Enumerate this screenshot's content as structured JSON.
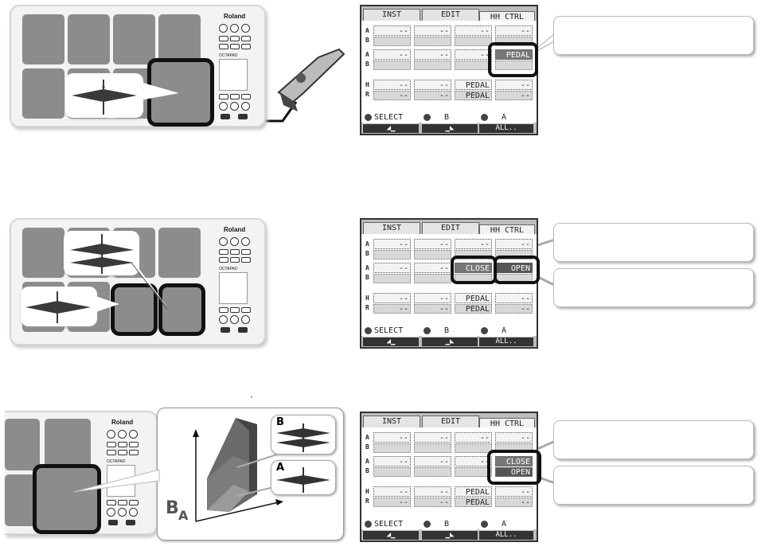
{
  "device": {
    "brand": "Roland",
    "model": "OCTAPAD"
  },
  "screen": {
    "tabs": [
      "INST",
      "EDIT",
      "HH CTRL"
    ],
    "row_labels": [
      "A",
      "B",
      "A",
      "B",
      "H",
      "R"
    ],
    "dash": "--",
    "pedal": "PEDAL",
    "close": "CLOSE",
    "open": "OPEN",
    "select": "SELECT",
    "sel_b": "B",
    "sel_a": "A",
    "all": "ALL.."
  },
  "diagram3d": {
    "label_a": "A",
    "label_b": "B",
    "label_ba_b": "B",
    "label_ba_a": "A"
  }
}
